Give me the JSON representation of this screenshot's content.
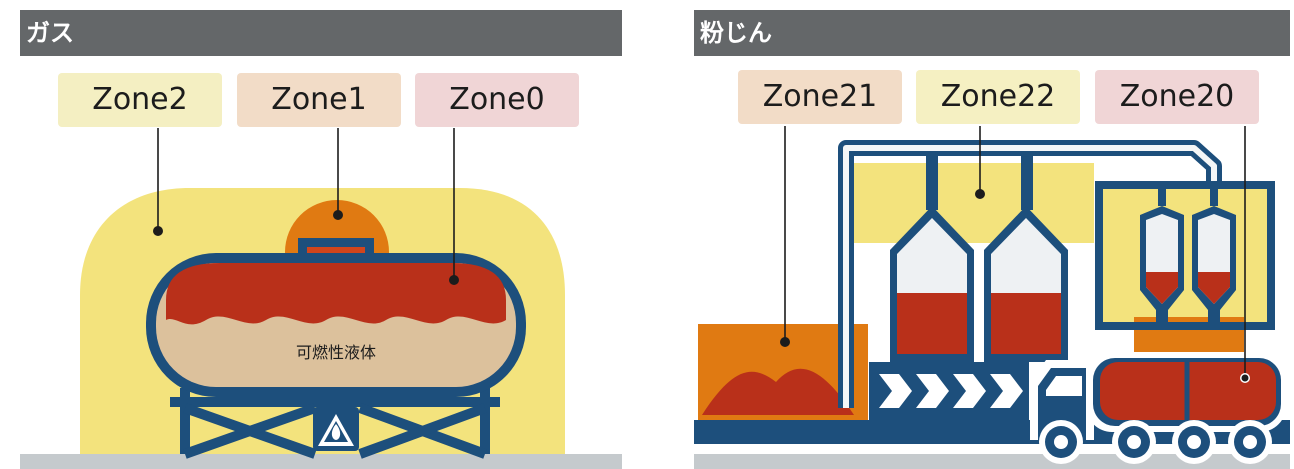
{
  "gas_panel": {
    "title": "ガス",
    "zones": {
      "zone2": "Zone2",
      "zone1": "Zone1",
      "zone0": "Zone0"
    },
    "liquid_label": "可燃性液体"
  },
  "dust_panel": {
    "title": "粉じん",
    "zones": {
      "zone21": "Zone21",
      "zone22": "Zone22",
      "zone20": "Zone20"
    }
  },
  "colors": {
    "header_bg": "#646769",
    "zone2_fill": "#f3e37d",
    "zone1_fill": "#e07a12",
    "zone0_fill": "#b9301a",
    "zone2_label_bg": "#f4efc2",
    "zone1_label_bg": "#f2dcc7",
    "zone0_label_bg": "#f0d5d6",
    "zone22_label_bg": "#f5f0c2",
    "structure_blue": "#1d4f7c",
    "liquid_tan": "#dcc19c",
    "ground": "#c5cacd"
  }
}
